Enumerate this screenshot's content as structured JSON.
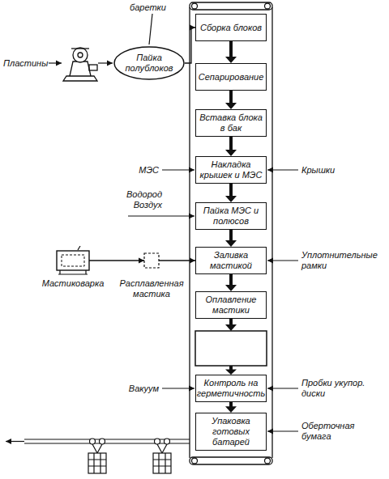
{
  "diagram": {
    "nodes": [
      {
        "text": [
          "Пайка полублоков"
        ]
      },
      {
        "text": [
          "Сборка блоков"
        ]
      },
      {
        "text": [
          "Сепарирование"
        ]
      },
      {
        "text": [
          "Вставка блока в бак"
        ]
      },
      {
        "text": [
          "Накладка крышек и МЭС"
        ]
      },
      {
        "text": [
          "Пайка МЭС и полюсов"
        ]
      },
      {
        "text": [
          "Мастиковарка"
        ]
      },
      {
        "text": [
          "Расплавленная мастика"
        ]
      },
      {
        "text": [
          "Заливка мастикой"
        ]
      },
      {
        "text": [
          "Оплавление мастики"
        ]
      },
      {
        "text": [
          "Контроль на герметичность"
        ]
      },
      {
        "text": [
          "Упаковка готовых батарей"
        ]
      }
    ],
    "edges": [
      {
        "from": 0,
        "to": 1,
        "arrow": "to"
      },
      {
        "from": 1,
        "to": 2,
        "arrow": "to"
      },
      {
        "from": 2,
        "to": 3,
        "arrow": "to"
      },
      {
        "from": 3,
        "to": 4,
        "arrow": "to"
      },
      {
        "from": 4,
        "to": 5,
        "arrow": "to"
      },
      {
        "from": 5,
        "to": 8,
        "arrow": "to"
      },
      {
        "from": 6,
        "to": 7,
        "arrow": "to"
      },
      {
        "from": 7,
        "to": 8,
        "arrow": "to"
      },
      {
        "from": 8,
        "to": 9,
        "arrow": "to"
      },
      {
        "from": 10,
        "to": 11,
        "arrow": "to"
      }
    ],
    "labels": [
      "баретки",
      "Пластины",
      "МЭС",
      "Крышки",
      "Водород",
      "Воздух",
      "Уплотнительные рамки",
      "Вакуум",
      "Пробки укупор. диски",
      "Оберточная бумага"
    ]
  }
}
